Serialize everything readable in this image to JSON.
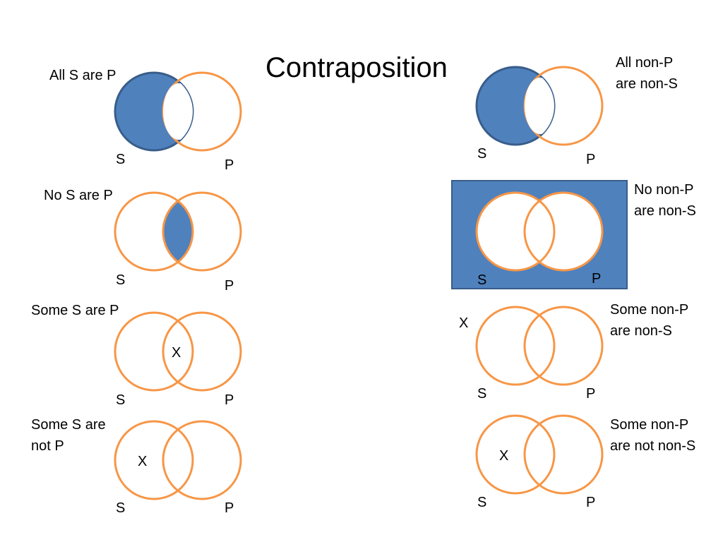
{
  "title": "Contraposition",
  "colors": {
    "circle_stroke": "#F79646",
    "shade_fill": "#4F81BD",
    "shade_stroke": "#385D8A"
  },
  "left": [
    {
      "label_lines": [
        "All S are P"
      ],
      "s": "S",
      "p": "P"
    },
    {
      "label_lines": [
        "No S are P"
      ],
      "s": "S",
      "p": "P"
    },
    {
      "label_lines": [
        "Some S are P"
      ],
      "s": "S",
      "p": "P",
      "x": "X"
    },
    {
      "label_lines": [
        "Some S are",
        "not P"
      ],
      "s": "S",
      "p": "P",
      "x": "X"
    }
  ],
  "right": [
    {
      "label_lines": [
        "All non-P",
        "are non-S"
      ],
      "s": "S",
      "p": "P"
    },
    {
      "label_lines": [
        "No non-P",
        "are non-S"
      ],
      "s": "S",
      "p": "P"
    },
    {
      "label_lines": [
        "Some non-P",
        "are non-S"
      ],
      "s": "S",
      "p": "P",
      "x": "X"
    },
    {
      "label_lines": [
        "Some non-P",
        "are not non-S"
      ],
      "s": "S",
      "p": "P",
      "x": "X"
    }
  ]
}
